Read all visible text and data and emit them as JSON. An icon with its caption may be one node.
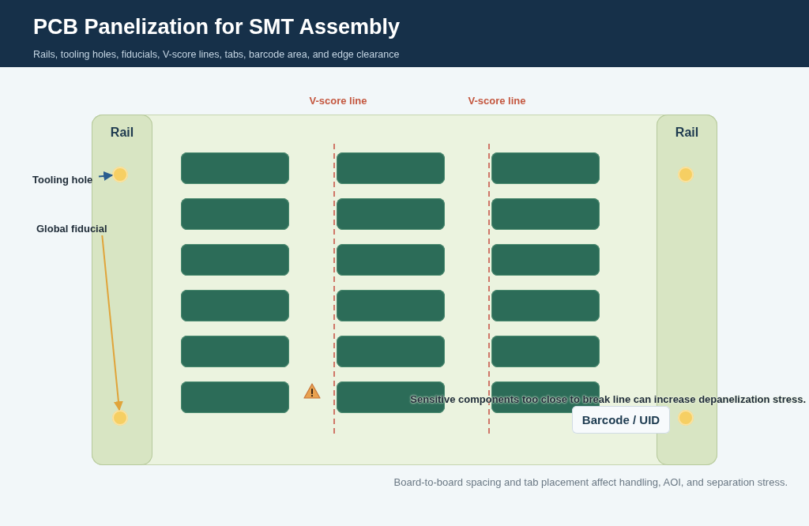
{
  "diagram": {
    "title": "PCB Panelization for SMT Assembly",
    "caption": "Board-to-board spacing and tab placement affect handling, AOI, and separation stress.",
    "nodes": [
      {
        "text": [],
        "shape": "box"
      },
      {
        "text": [
          "Rail"
        ],
        "in": 0
      },
      {
        "text": [],
        "shape": "circle",
        "in": 1
      },
      {
        "text": [],
        "shape": "circle",
        "in": 1
      },
      {
        "text": [
          "Rail"
        ],
        "in": 0
      },
      {
        "text": [],
        "shape": "circle",
        "in": 4
      },
      {
        "text": [],
        "shape": "circle",
        "in": 4
      },
      {
        "text": [],
        "shape": "box",
        "in": 0
      },
      {
        "text": [],
        "shape": "box",
        "in": 0
      },
      {
        "text": [],
        "shape": "box",
        "in": 0
      },
      {
        "text": [],
        "shape": "box",
        "in": 0
      },
      {
        "text": [],
        "shape": "box",
        "in": 0
      },
      {
        "text": [],
        "shape": "box",
        "in": 0
      },
      {
        "text": [],
        "shape": "box",
        "in": 0
      },
      {
        "text": [],
        "shape": "box",
        "in": 0
      },
      {
        "text": [],
        "shape": "box",
        "in": 0
      },
      {
        "text": [],
        "shape": "box",
        "in": 0
      },
      {
        "text": [],
        "shape": "box",
        "in": 0
      },
      {
        "text": [],
        "shape": "box",
        "in": 0
      },
      {
        "text": [],
        "shape": "box",
        "in": 0
      },
      {
        "text": [],
        "shape": "box",
        "in": 0
      },
      {
        "text": [],
        "shape": "box",
        "in": 0
      },
      {
        "text": [],
        "shape": "box",
        "in": 0
      },
      {
        "text": [],
        "shape": "box",
        "in": 0
      },
      {
        "text": [],
        "shape": "box",
        "in": 0
      },
      {
        "text": [
          "Barcode / UID"
        ],
        "in": 0
      },
      {
        "text": [
          "Tooling hole"
        ]
      },
      {
        "text": [
          "Global fiducial"
        ]
      }
    ],
    "edges": [
      {
        "from": 26,
        "to": 2,
        "arrow": "to",
        "color": "#2a5d8f"
      },
      {
        "from": 27,
        "to": 3,
        "arrow": "to",
        "color": "#e0a43a"
      }
    ],
    "labels": [
      "Rails, tooling holes, fiducials, V-score lines, tabs, barcode area, and edge clearance",
      "V-score line",
      "V-score line",
      "Sensitive components too close to break line can increase depanelization stress."
    ]
  }
}
